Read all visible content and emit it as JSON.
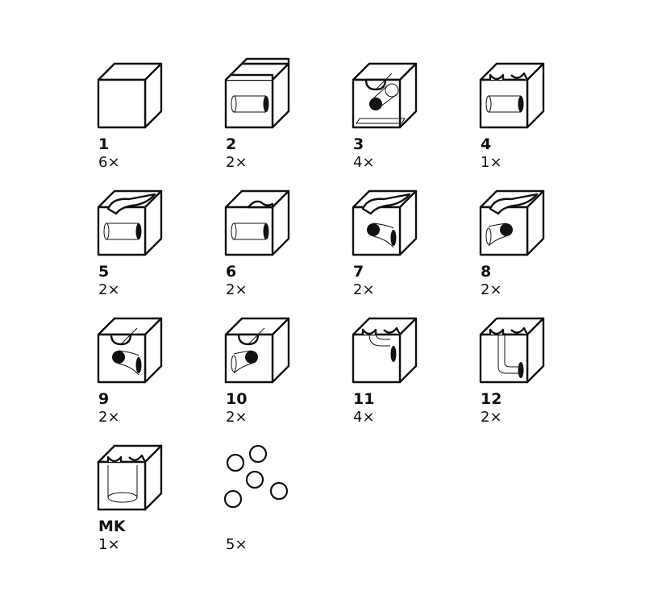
{
  "colors": {
    "ink": "#111111",
    "background": "#ffffff"
  },
  "pieces": [
    {
      "label": "1",
      "count": "6×",
      "features": []
    },
    {
      "label": "2",
      "count": "2×",
      "features": [
        "rails",
        "tube"
      ]
    },
    {
      "label": "3",
      "count": "4×",
      "features": [
        "groove",
        "diagonal-ball",
        "bottom-slot"
      ]
    },
    {
      "label": "4",
      "count": "1×",
      "features": [
        "notch-pair",
        "tube"
      ]
    },
    {
      "label": "5",
      "count": "2×",
      "features": [
        "curve-channel",
        "tube"
      ]
    },
    {
      "label": "6",
      "count": "2×",
      "features": [
        "notch-right",
        "tube"
      ]
    },
    {
      "label": "7",
      "count": "2×",
      "features": [
        "curve-channel",
        "ball-center",
        "exit-right"
      ]
    },
    {
      "label": "8",
      "count": "2×",
      "features": [
        "curve-channel",
        "ball-right",
        "exit-left"
      ]
    },
    {
      "label": "9",
      "count": "2×",
      "features": [
        "groove",
        "ball-center",
        "exit-right"
      ]
    },
    {
      "label": "10",
      "count": "2×",
      "features": [
        "groove",
        "ball-right",
        "exit-left"
      ]
    },
    {
      "label": "11",
      "count": "4×",
      "features": [
        "notch-pair",
        "drop-right"
      ]
    },
    {
      "label": "12",
      "count": "2×",
      "features": [
        "notch-pair",
        "drop-down"
      ]
    },
    {
      "label": "MK",
      "count": "1×",
      "features": [
        "notch-pair",
        "cylinder"
      ]
    }
  ],
  "marbles": {
    "count": "5×",
    "quantity": 5
  }
}
